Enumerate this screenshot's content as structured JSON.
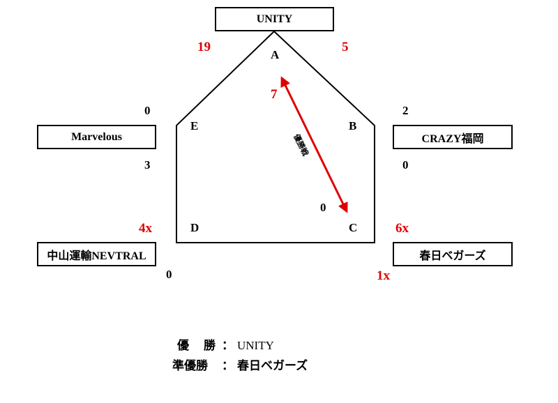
{
  "teams": {
    "top": "UNITY",
    "left_upper": "Marvelous",
    "right_upper": "CRAZY福岡",
    "left_lower": "中山運輸NEVTRAL",
    "right_lower": "春日ベガーズ"
  },
  "nodes": {
    "a": "A",
    "b": "B",
    "c": "C",
    "d": "D",
    "e": "E"
  },
  "scores": {
    "top_left": "19",
    "top_right": "5",
    "e_top": "0",
    "e_bottom": "3",
    "b_top": "2",
    "b_bottom": "0",
    "d_top": "4x",
    "d_bottom": "0",
    "c_top": "6x",
    "c_bottom": "1x",
    "final_a": "7",
    "final_c": "0"
  },
  "final_label": "優勝戦",
  "results": {
    "winner_label": "優　勝",
    "winner_sep": "：",
    "winner": "UNITY",
    "runner_label": "準優勝",
    "runner_sep": "：",
    "runner": "春日ベガーズ"
  },
  "colors": {
    "accent": "#e00000",
    "line": "#000000"
  }
}
